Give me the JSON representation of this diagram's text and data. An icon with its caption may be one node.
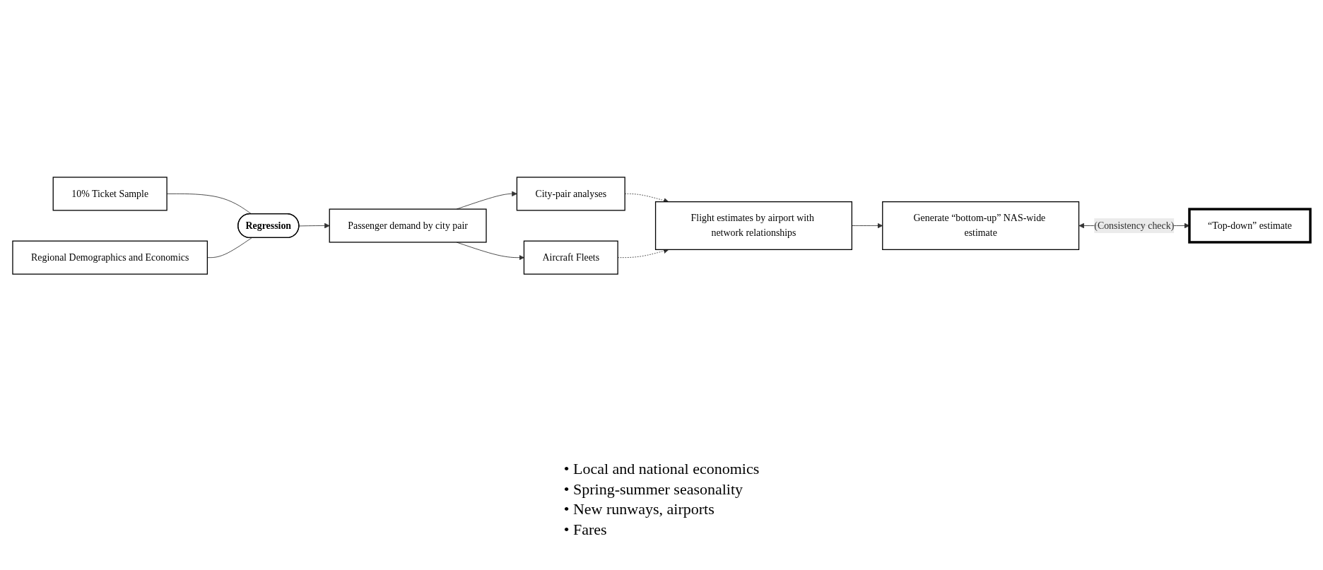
{
  "diagram": {
    "nodes": [
      {
        "text": [
          "10% Ticket Sample"
        ]
      },
      {
        "text": [
          "Regional Demographics and Economics"
        ]
      },
      {
        "text": [
          "Regression"
        ]
      },
      {
        "text": [
          "Passenger demand by city pair"
        ]
      },
      {
        "text": [
          "City-pair analyses"
        ]
      },
      {
        "text": [
          "Aircraft Fleets"
        ]
      },
      {
        "text": [
          "Flight estimates by airport with network relationships"
        ]
      },
      {
        "text": [
          "Generate “bottom-up” NAS-wide estimate"
        ]
      },
      {
        "text": [
          "“Top-down” estimate"
        ]
      }
    ],
    "edges": [
      {
        "from": 0,
        "to": 2,
        "arrow": "none"
      },
      {
        "from": 1,
        "to": 2,
        "arrow": "none"
      },
      {
        "from": 2,
        "to": 3,
        "arrow": "to"
      },
      {
        "from": 3,
        "to": 4,
        "arrow": "to"
      },
      {
        "from": 3,
        "to": 5,
        "arrow": "to"
      },
      {
        "from": 4,
        "to": 6,
        "arrow": "to",
        "style": "dashed"
      },
      {
        "from": 5,
        "to": 6,
        "arrow": "to",
        "style": "dashed"
      },
      {
        "from": 6,
        "to": 7,
        "arrow": "to"
      },
      {
        "from": 7,
        "to": 8,
        "arrow": "both",
        "label": "(Consistency check)"
      }
    ],
    "labels": [
      "• Local and national economics",
      "• Spring-summer seasonality",
      "• New runways, airports",
      "• Fares"
    ]
  }
}
